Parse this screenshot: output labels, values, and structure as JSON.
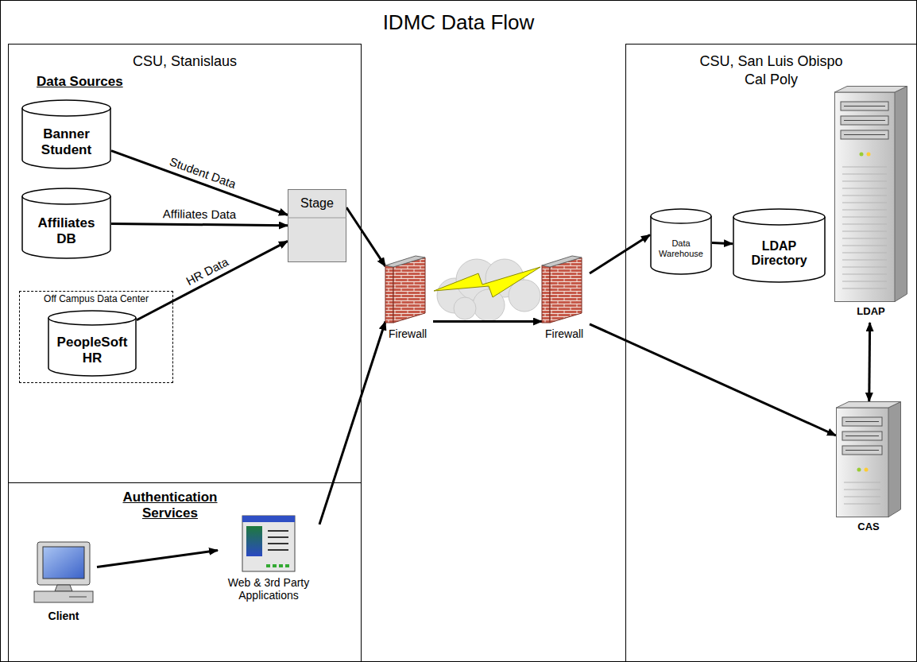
{
  "diagram": {
    "title": "IDMC Data Flow",
    "nodes": [
      {
        "text": [
          "CSU, Stanislaus"
        ]
      },
      {
        "text": [
          "Banner Student"
        ],
        "in": 0
      },
      {
        "text": [
          "Affiliates DB"
        ],
        "in": 0
      },
      {
        "text": [
          "Off Campus Data Center"
        ],
        "in": 0
      },
      {
        "text": [
          "PeopleSoft HR"
        ],
        "in": 3
      },
      {
        "text": [
          "Stage"
        ],
        "in": 0
      },
      {
        "text": [
          "Authentication Services"
        ],
        "in": 0
      },
      {
        "text": [
          "Client"
        ],
        "in": 6
      },
      {
        "text": [
          "Web & 3rd Party Applications"
        ],
        "in": 6
      },
      {
        "text": [
          "Firewall"
        ]
      },
      {
        "text": [
          "Firewall"
        ]
      },
      {
        "text": [
          "CSU, San Luis Obispo Cal Poly"
        ]
      },
      {
        "text": [
          "Data Warehouse"
        ],
        "in": 11
      },
      {
        "text": [
          "LDAP Directory"
        ],
        "in": 11
      },
      {
        "text": [
          "LDAP"
        ],
        "in": 11
      },
      {
        "text": [
          "CAS"
        ],
        "in": 11
      }
    ],
    "edges": [
      {
        "from": 1,
        "to": 5,
        "label": "Student Data",
        "arrow": "to"
      },
      {
        "from": 2,
        "to": 5,
        "label": "Affiliates Data",
        "arrow": "to"
      },
      {
        "from": 4,
        "to": 5,
        "label": "HR Data",
        "arrow": "to"
      },
      {
        "from": 5,
        "to": 9,
        "arrow": "to"
      },
      {
        "from": 7,
        "to": 8,
        "arrow": "to"
      },
      {
        "from": 8,
        "to": 9,
        "arrow": "to"
      },
      {
        "from": 9,
        "to": 10,
        "arrow": "to"
      },
      {
        "from": 10,
        "to": 12,
        "arrow": "to"
      },
      {
        "from": 12,
        "to": 13,
        "arrow": "to"
      },
      {
        "from": 10,
        "to": 15,
        "arrow": "to"
      },
      {
        "from": 14,
        "to": 15,
        "arrow": "both"
      }
    ],
    "labels": [
      "Data Sources"
    ]
  }
}
